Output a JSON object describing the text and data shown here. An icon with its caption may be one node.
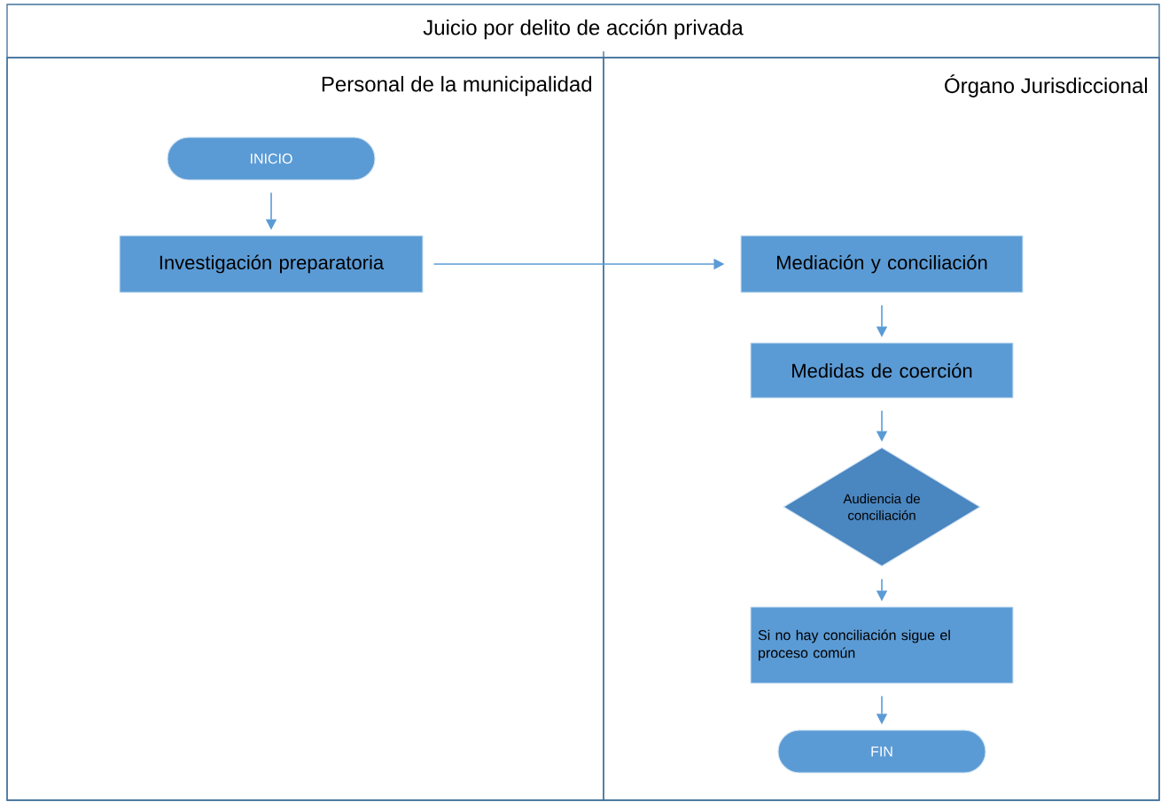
{
  "diagram": {
    "nodes": [
      {
        "text": [
          "Juicio por delito de acción privada"
        ]
      },
      {
        "text": [
          "Personal de la municipalidad"
        ],
        "in": 0
      },
      {
        "text": [
          "Órgano Jurisdiccional"
        ],
        "in": 0
      },
      {
        "text": [
          "INICIO"
        ],
        "in": 1
      },
      {
        "text": [
          "Investigación preparatoria"
        ],
        "in": 1
      },
      {
        "text": [
          "Mediación y conciliación"
        ],
        "in": 2
      },
      {
        "text": [
          "Medidas de coerción"
        ],
        "in": 2
      },
      {
        "text": [
          "Audiencia de conciliación"
        ],
        "in": 2
      },
      {
        "text": [
          "Si no hay conciliación sigue el proceso común"
        ],
        "in": 2
      },
      {
        "text": [
          "FIN"
        ],
        "in": 2
      }
    ],
    "edges": [
      {
        "from": 3,
        "to": 4,
        "arrow": "to"
      },
      {
        "from": 4,
        "to": 5,
        "arrow": "to"
      },
      {
        "from": 5,
        "to": 6,
        "arrow": "to"
      },
      {
        "from": 6,
        "to": 7,
        "arrow": "to"
      },
      {
        "from": 7,
        "to": 8,
        "arrow": "to"
      },
      {
        "from": 8,
        "to": 9,
        "arrow": "to"
      }
    ]
  }
}
